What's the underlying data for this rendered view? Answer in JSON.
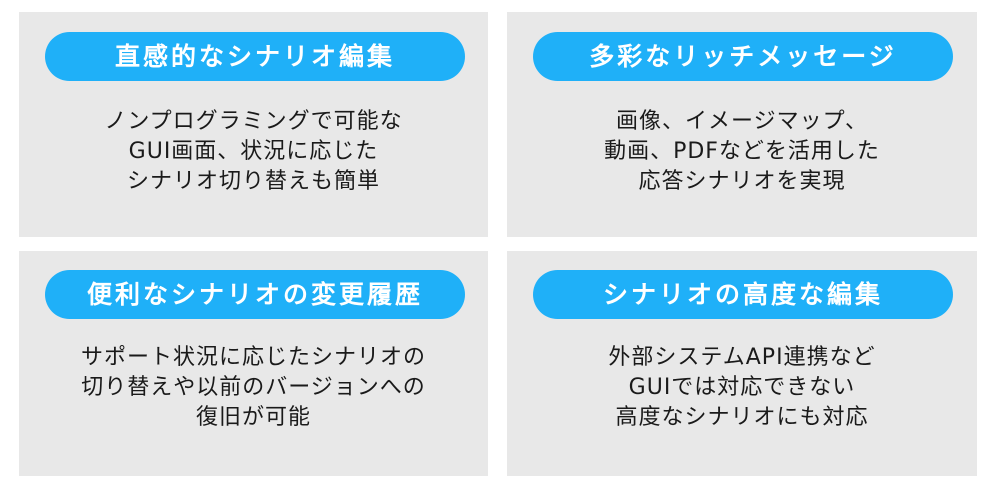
{
  "colors": {
    "pill_background": "#1fb0f8",
    "pill_text": "#ffffff",
    "card_background": "#e8e8e8",
    "body_text": "#1a1a1a"
  },
  "features": [
    {
      "title": "直感的なシナリオ編集",
      "lines": [
        "ノンプログラミングで可能な",
        "GUI画面、状況に応じた",
        "シナリオ切り替えも簡単"
      ]
    },
    {
      "title": "多彩なリッチメッセージ",
      "lines": [
        "画像、イメージマップ、",
        "動画、PDFなどを活用した",
        "応答シナリオを実現"
      ]
    },
    {
      "title": "便利なシナリオの変更履歴",
      "lines": [
        "サポート状況に応じたシナリオの",
        "切り替えや以前のバージョンへの",
        "復旧が可能"
      ]
    },
    {
      "title": "シナリオの高度な編集",
      "lines": [
        "外部システムAPI連携など",
        "GUIでは対応できない",
        "高度なシナリオにも対応"
      ]
    }
  ]
}
